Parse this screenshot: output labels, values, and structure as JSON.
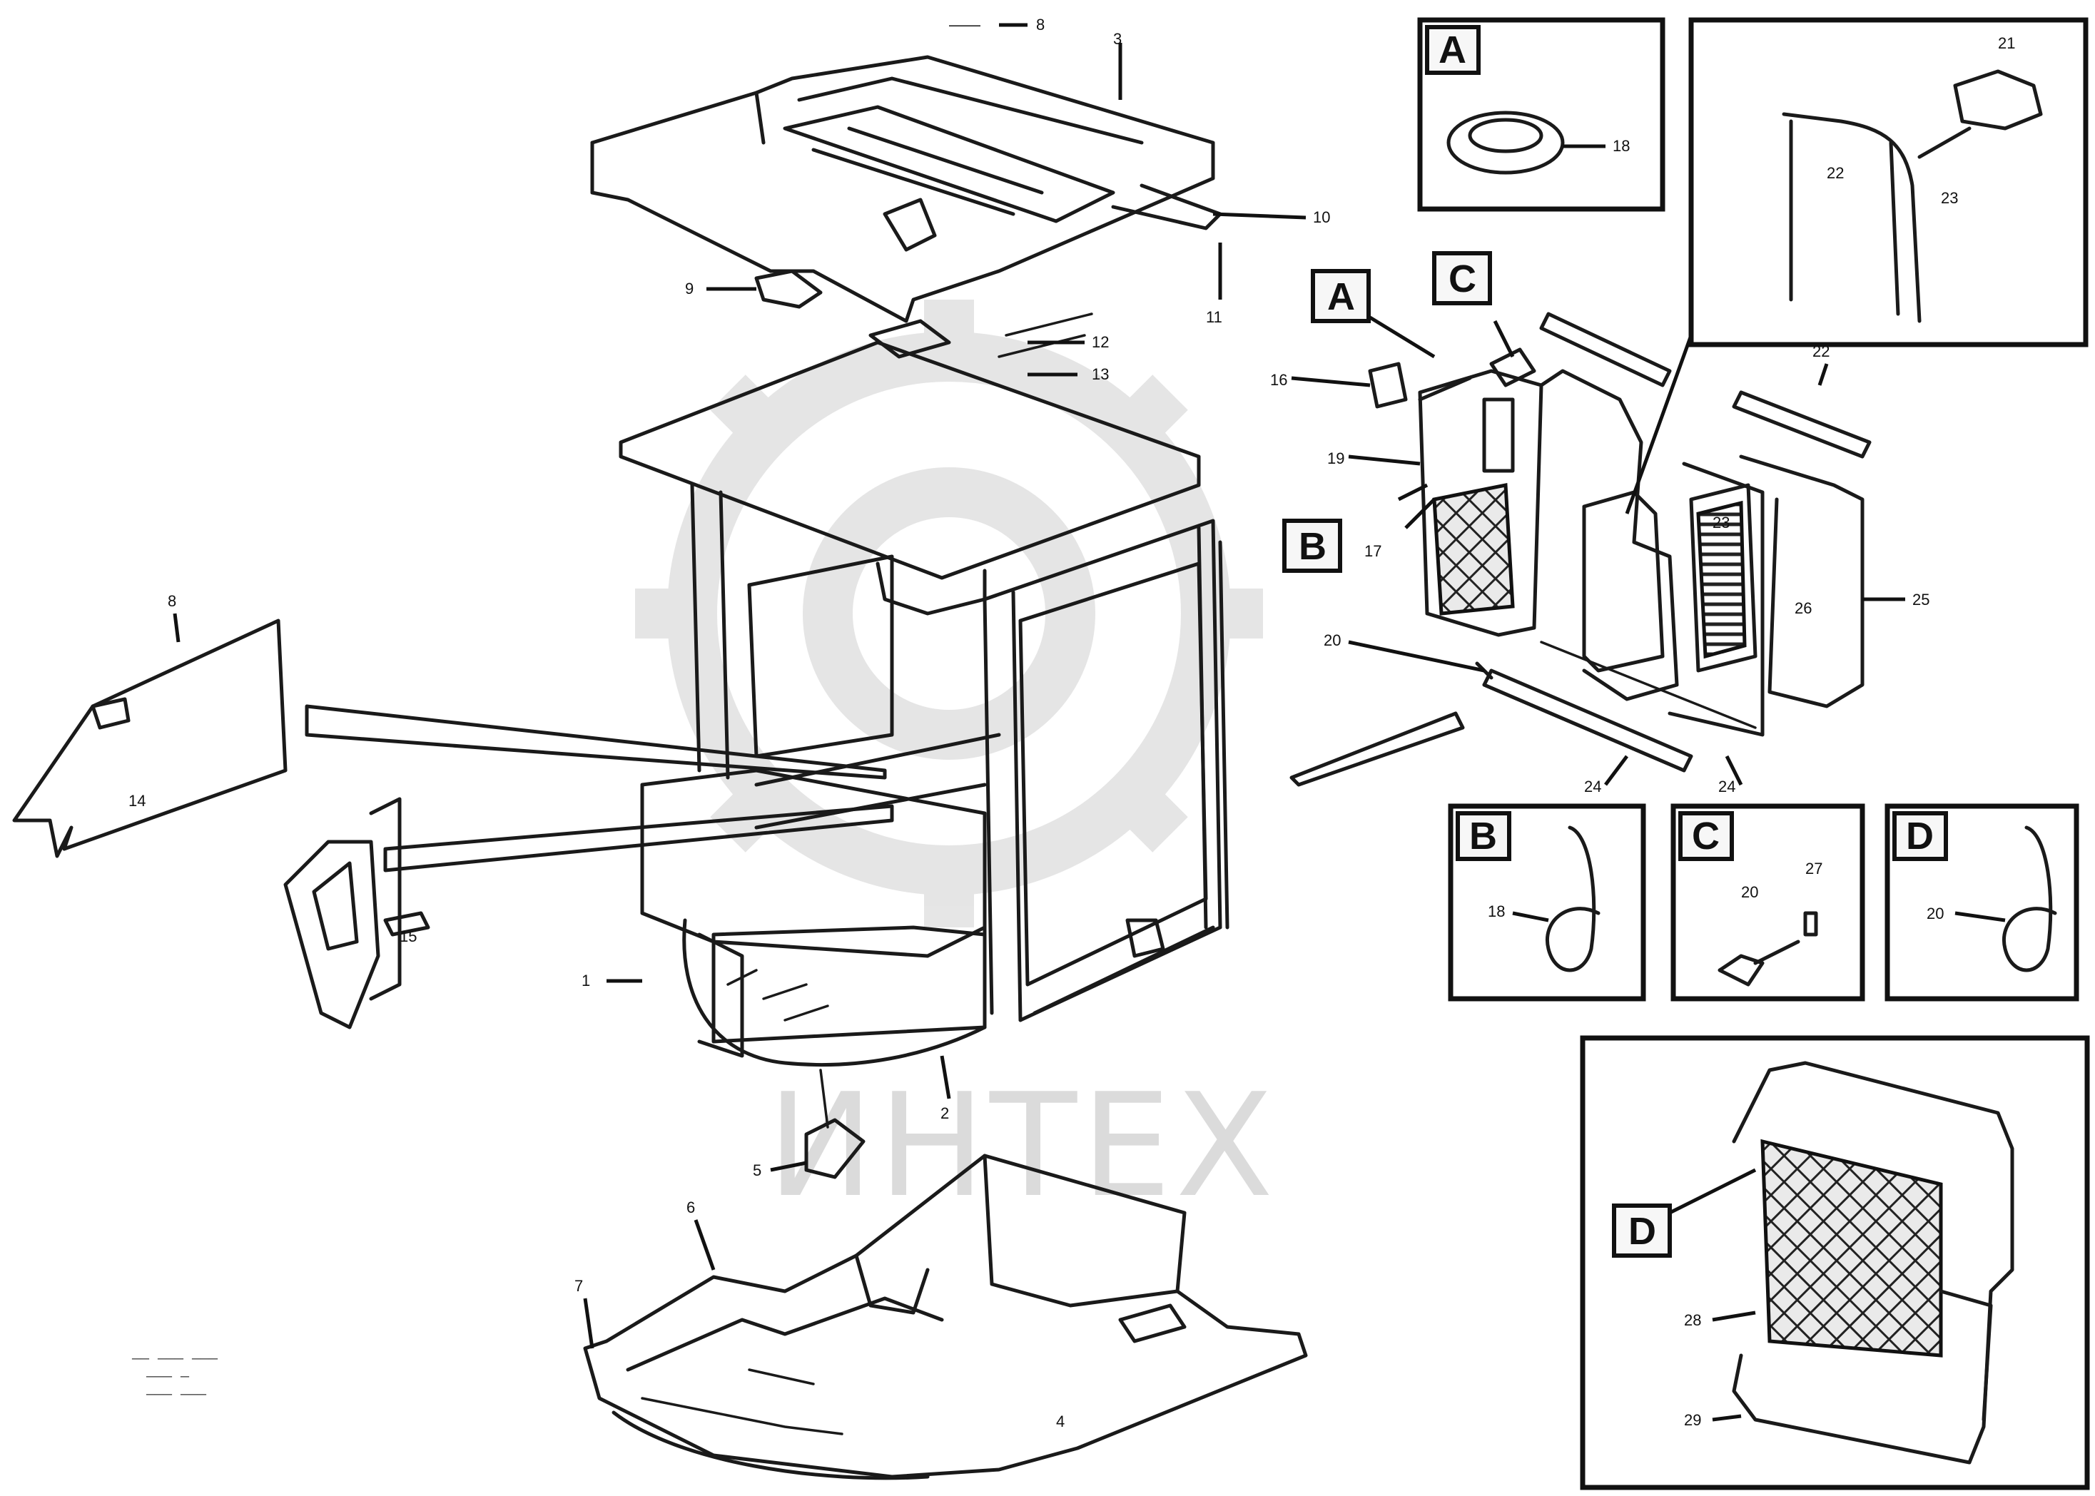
{
  "watermark": {
    "text": "ИНТЕХ"
  },
  "drawing_reference": [
    "—— ——— ———",
    "——— —",
    "——— ———"
  ],
  "callouts": {
    "top": [
      "——",
      "8",
      "3",
      "10",
      "11",
      "9",
      "12",
      "13"
    ],
    "side": [
      "8",
      "14",
      "15",
      "1",
      "2",
      "5",
      "6",
      "7",
      "4"
    ],
    "filter": [
      "16",
      "19",
      "17",
      "20",
      "23",
      "22",
      "24",
      "24",
      "25",
      "26"
    ]
  },
  "detail_boxes": [
    {
      "letter": "A",
      "labels": [
        "18"
      ]
    },
    {
      "letter": "",
      "labels": [
        "21",
        "22",
        "23"
      ]
    },
    {
      "letter": "B",
      "labels": [
        "18"
      ]
    },
    {
      "letter": "C",
      "labels": [
        "20",
        "27"
      ]
    },
    {
      "letter": "D",
      "labels": [
        "20"
      ]
    },
    {
      "letter": "D",
      "labels": [
        "28",
        "29"
      ]
    }
  ],
  "inline_letters": [
    "A",
    "C",
    "B"
  ]
}
